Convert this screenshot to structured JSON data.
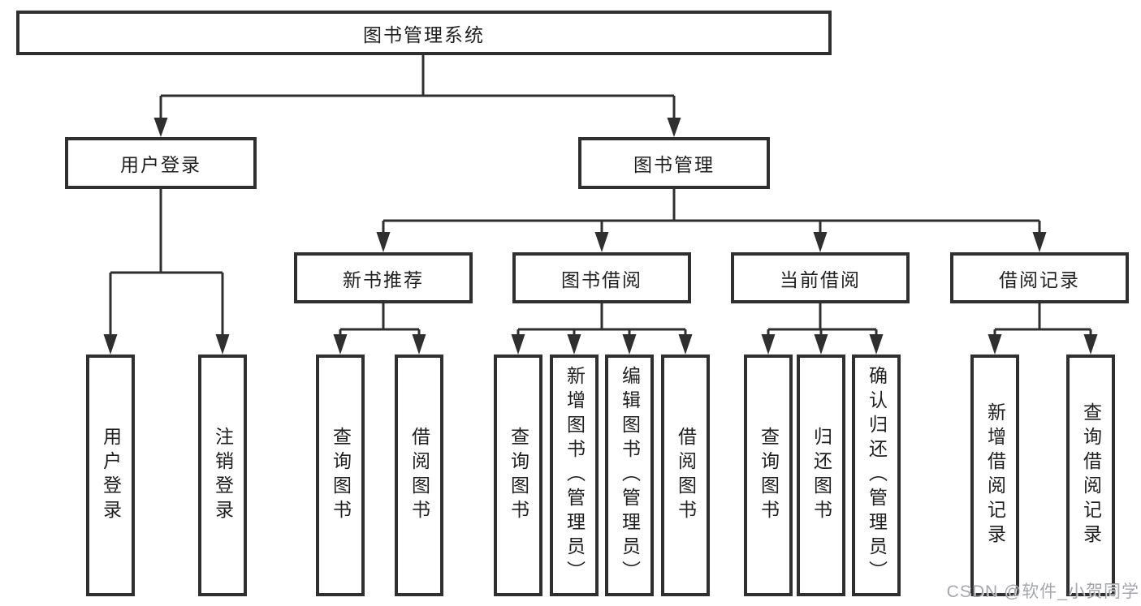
{
  "tree": {
    "root": {
      "label": "图书管理系统",
      "children": [
        {
          "label": "用户登录",
          "children": [
            {
              "label": "用户登录"
            },
            {
              "label": "注销登录"
            }
          ]
        },
        {
          "label": "图书管理",
          "children": [
            {
              "label": "新书推荐",
              "children": [
                {
                  "label": "查询图书"
                },
                {
                  "label": "借阅图书"
                }
              ]
            },
            {
              "label": "图书借阅",
              "children": [
                {
                  "label": "查询图书"
                },
                {
                  "label": "新增图书（管理员）"
                },
                {
                  "label": "编辑图书（管理员）"
                },
                {
                  "label": "借阅图书"
                }
              ]
            },
            {
              "label": "当前借阅",
              "children": [
                {
                  "label": "查询图书"
                },
                {
                  "label": "归还图书"
                },
                {
                  "label": "确认归还（管理员）"
                }
              ]
            },
            {
              "label": "借阅记录",
              "children": [
                {
                  "label": "新增借阅记录"
                },
                {
                  "label": "查询借阅记录"
                }
              ]
            }
          ]
        }
      ]
    }
  },
  "watermark": {
    "text": "CSDN @软件_小贺同学"
  },
  "colors": {
    "line": "#2f2f2f",
    "box_border": "#2f2f2f",
    "text": "#1f1f1f",
    "background": "#ffffff",
    "watermark": "#94969c"
  }
}
